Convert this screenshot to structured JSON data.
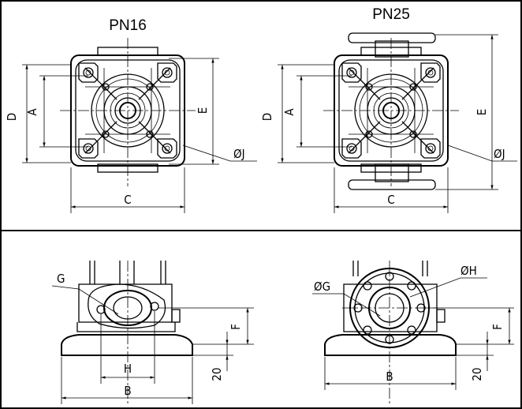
{
  "titles": {
    "left": "PN16",
    "right": "PN25"
  },
  "dims": {
    "top_left": {
      "d": "D",
      "a": "A",
      "e": "E",
      "c": "C",
      "j": "ØJ"
    },
    "top_right": {
      "d": "D",
      "a": "A",
      "e": "E",
      "c": "C",
      "j": "ØJ"
    },
    "bottom_left": {
      "g": "G",
      "h": "H",
      "f": "F",
      "b": "B",
      "h20": "20"
    },
    "bottom_right": {
      "g": "ØG",
      "h": "ØH",
      "f": "F",
      "b": "B",
      "h20": "20"
    }
  }
}
